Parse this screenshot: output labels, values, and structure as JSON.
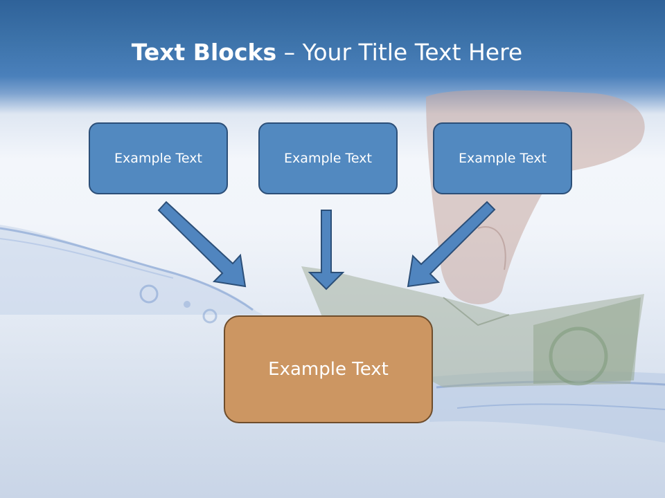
{
  "slide": {
    "title_bold": "Text Blocks",
    "title_dash": " – ",
    "title_rest": "Your Title Text Here"
  },
  "blocks": {
    "top": [
      {
        "label": "Example Text"
      },
      {
        "label": "Example Text"
      },
      {
        "label": "Example Text"
      }
    ],
    "bottom": {
      "label": "Example Text"
    }
  },
  "colors": {
    "header_blue": "#3d73aa",
    "box_blue": "#5289c0",
    "box_blue_border": "#2c4f78",
    "box_orange": "#cc9662",
    "box_orange_border": "#6e4d2c",
    "arrow_fill": "#5085bf",
    "arrow_stroke": "#2c4f78"
  },
  "icons": {
    "background_image": "hand-paper-boat-water-image",
    "arrows": "down-arrow-icon"
  }
}
